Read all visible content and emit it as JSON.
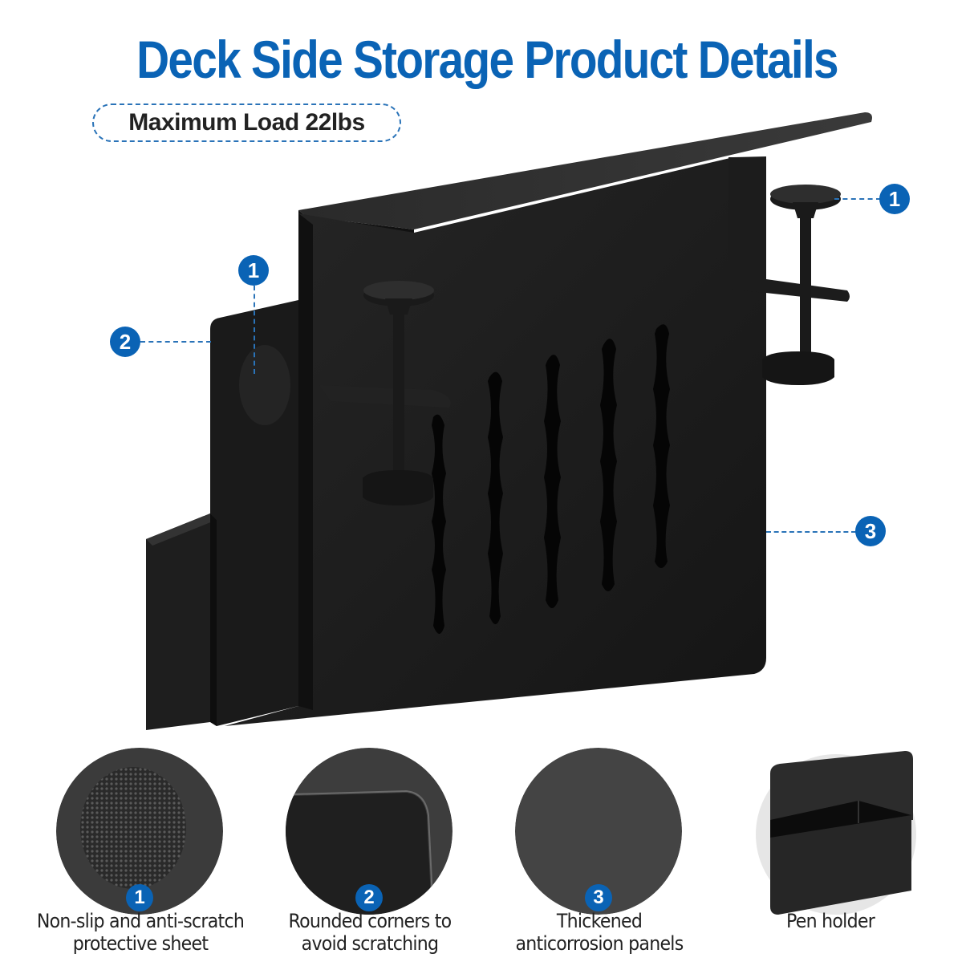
{
  "header": {
    "title": "Deck Side Storage Product Details",
    "max_load": "Maximum Load 22lbs"
  },
  "colors": {
    "accent": "#0a63b5",
    "product": "#1c1c1c",
    "text": "#222222"
  },
  "callouts": [
    {
      "number": "1",
      "target": "clamp-knob-top"
    },
    {
      "number": "1",
      "target": "protective-sheet"
    },
    {
      "number": "2",
      "target": "rounded-corner"
    },
    {
      "number": "3",
      "target": "panel"
    }
  ],
  "features": [
    {
      "number": "1",
      "caption_line1": "Non-slip and anti-scratch",
      "caption_line2": "protective sheet"
    },
    {
      "number": "2",
      "caption_line1": "Rounded corners to",
      "caption_line2": "avoid scratching"
    },
    {
      "number": "3",
      "caption_line1": "Thickened",
      "caption_line2": "anticorrosion panels"
    },
    {
      "number": "",
      "caption_line1": "Pen holder",
      "caption_line2": ""
    }
  ]
}
